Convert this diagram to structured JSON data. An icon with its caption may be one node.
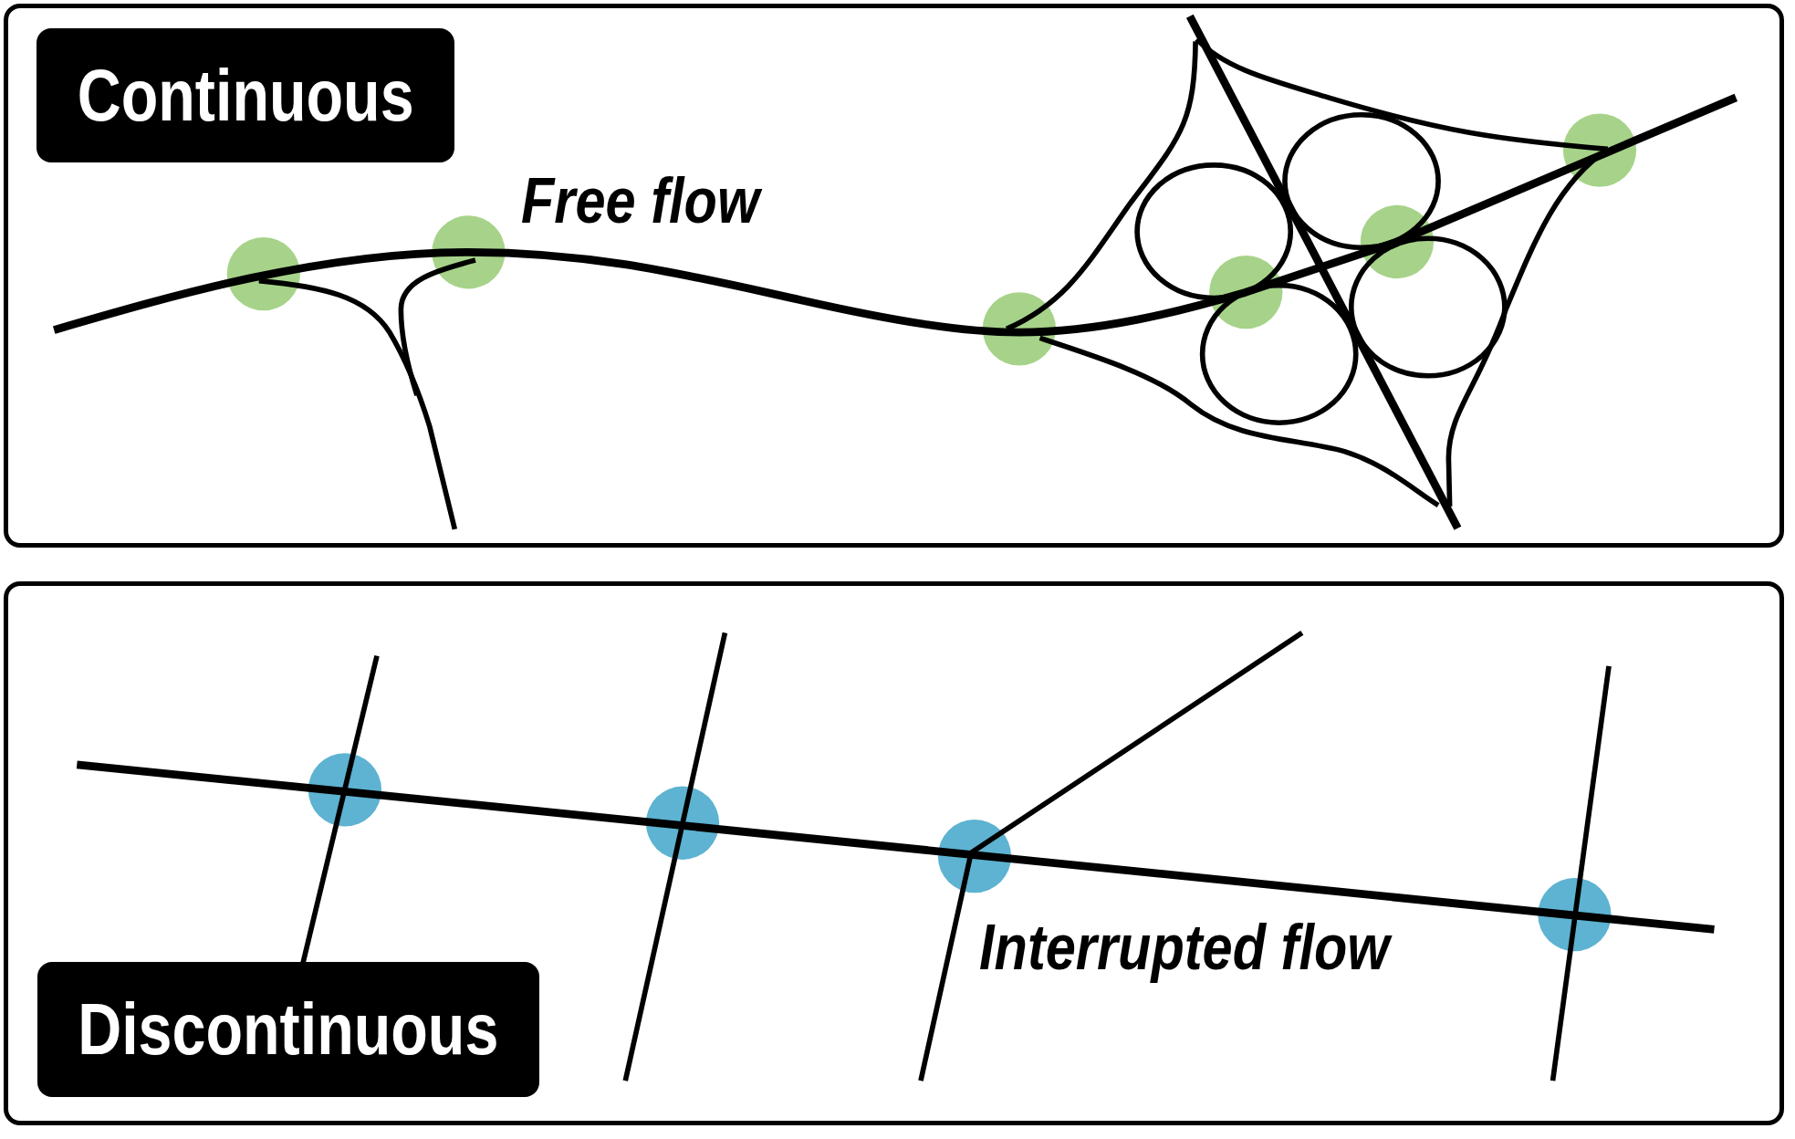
{
  "diagram": {
    "nodes": [
      {
        "text": [
          "Free flow"
        ]
      },
      {
        "text": [
          "Continuous"
        ],
        "in": 0
      },
      {
        "text": [
          "Interrupted flow"
        ]
      },
      {
        "text": [
          "Discontinuous"
        ],
        "in": 2
      }
    ]
  }
}
